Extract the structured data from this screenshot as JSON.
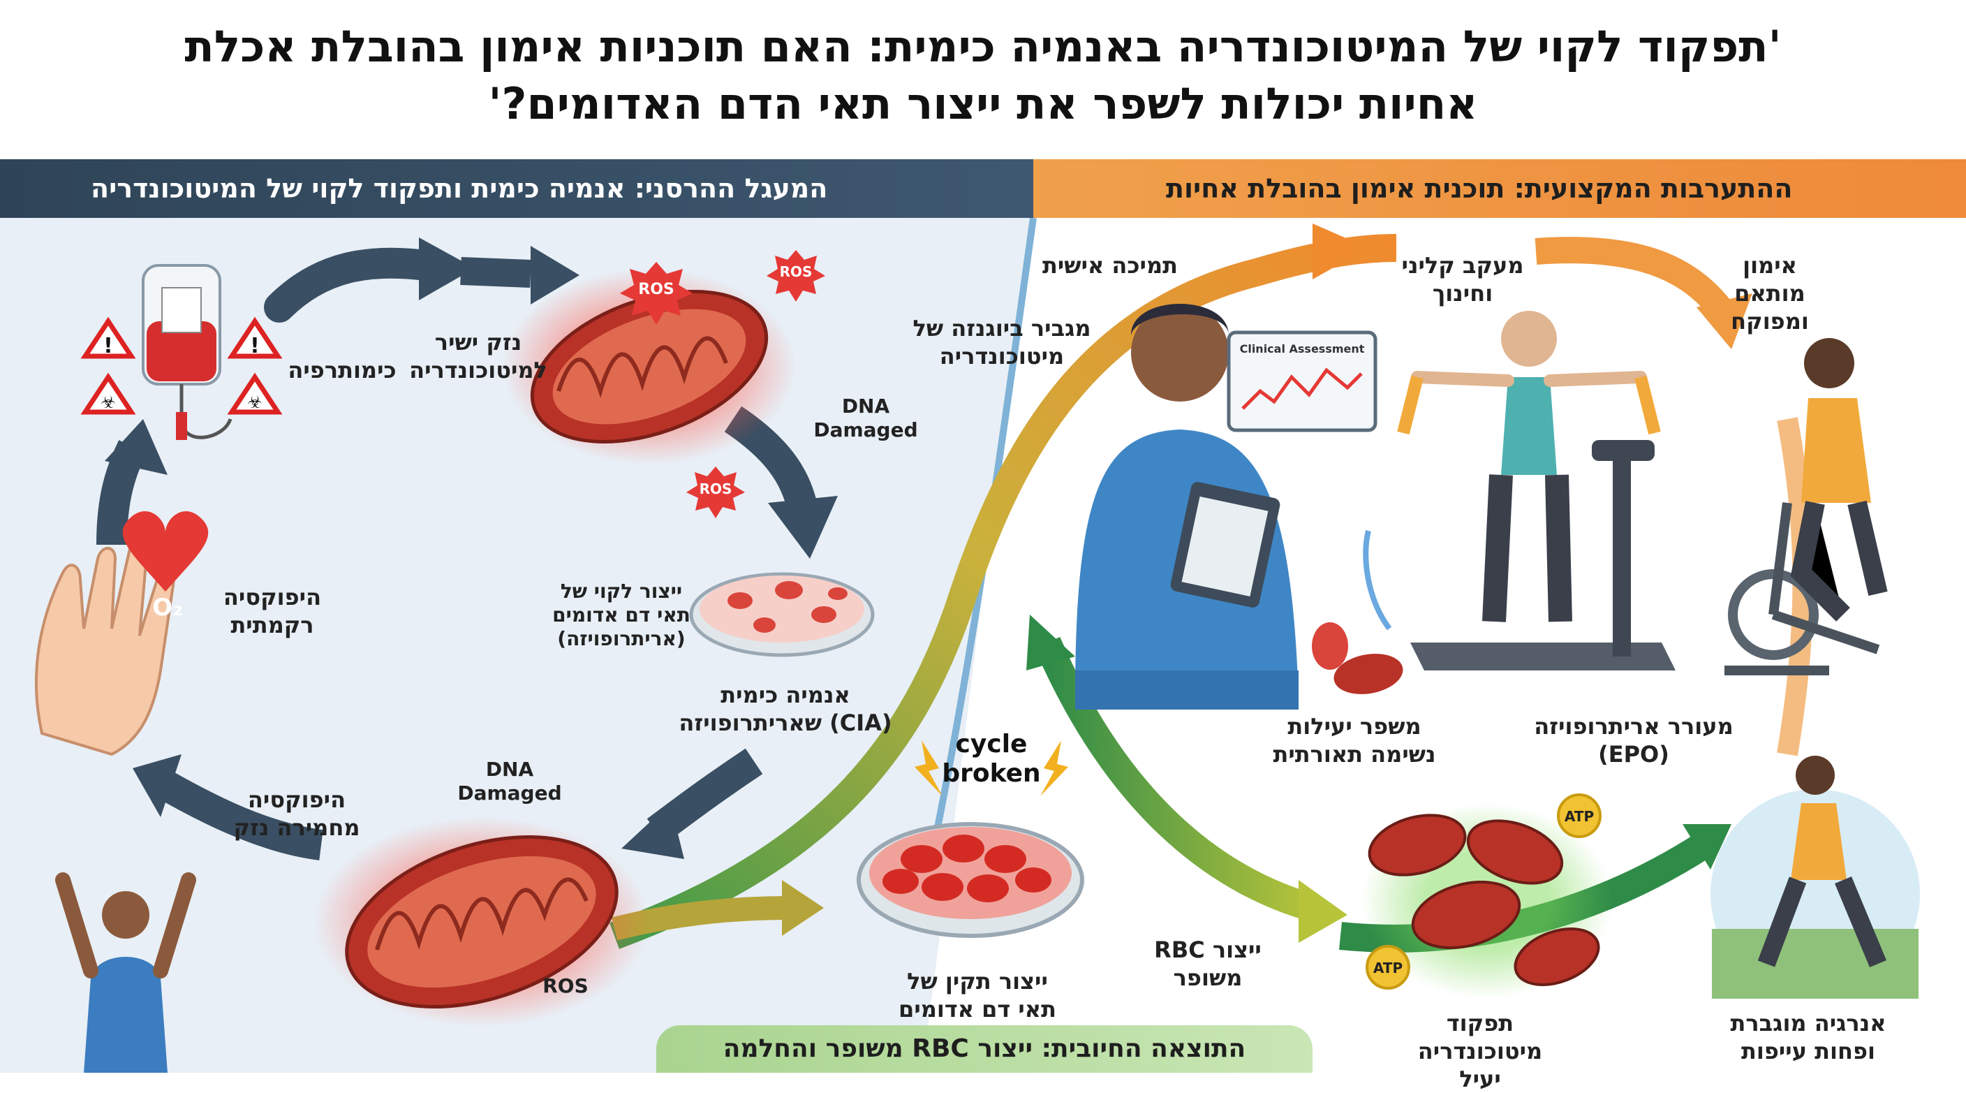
{
  "title": {
    "line1": "'תפקוד לקוי של המיטוכונדריה באנמיה כימית: האם תוכניות אימון בהובלת אכלת",
    "line2": "אחיות יכולות לשפר את ייצור תאי הדם האדומים?'"
  },
  "left_panel": {
    "header": "המעגל ההרסני: אנמיה כימית ותפקוד לקוי של המיטוכונדריה",
    "labels": {
      "chemotherapy": "כימותרפיה",
      "direct_damage": "נזק ישיר\nלמיטוכונדריה",
      "dna_damaged_top": "DNA\nDamaged",
      "poor_production": "ייצור לקוי של\nתאי דם אדומים\n(אריתרופויזה)",
      "cia": "אנמיה כימית\n(CIA) שאריתרופויזה",
      "tissue_hypoxia": "היפוקסיה\nרקמתית",
      "hypoxia_worsens": "היפוקסיה\nמחמירה נזק",
      "dna_damaged_bottom": "DNA\nDamaged",
      "ros": "ROS",
      "o2": "O₂"
    }
  },
  "right_panel": {
    "header": "ההתערבות המקצועית: תוכנית אימון בהובלת אחיות",
    "labels": {
      "personal_support": "תמיכה אישית",
      "clinical_followup": "מעקב קליני\nוחינוך",
      "tailored_training": "אימון\nמותאם\nומפוקח",
      "mito_biogenesis": "מגביר ביוגנזה של\nמיטוכונדריה",
      "clinical_assessment": "Clinical Assessment",
      "aerobic_efficiency": "משפר יעילות\nנשימה תאורתית",
      "epo": "מעורר אריתרופויזה\n(EPO)",
      "improved_rbc": "ייצור RBC\nמשופר",
      "efficient_mito": "תפקוד מיטוכונדריה\nיעיל",
      "energy": "אנרגיה מוגברת\nופחות עייפות",
      "atp": "ATP"
    }
  },
  "center": {
    "cycle_broken": "cycle\nbroken",
    "normal_production": "ייצור תקין של\nתאי דם אדומים"
  },
  "bottom": {
    "banner": "התוצאה החיובית: ייצור RBC משופר והחלמה"
  },
  "colors": {
    "dark_banner": "#2f4457",
    "orange_banner": "#ee8a3a",
    "green_banner": "#a9d48f",
    "arrow_dark": "#3a4f63",
    "mito_red": "#c0392b",
    "left_bg": "#e8eff6"
  }
}
